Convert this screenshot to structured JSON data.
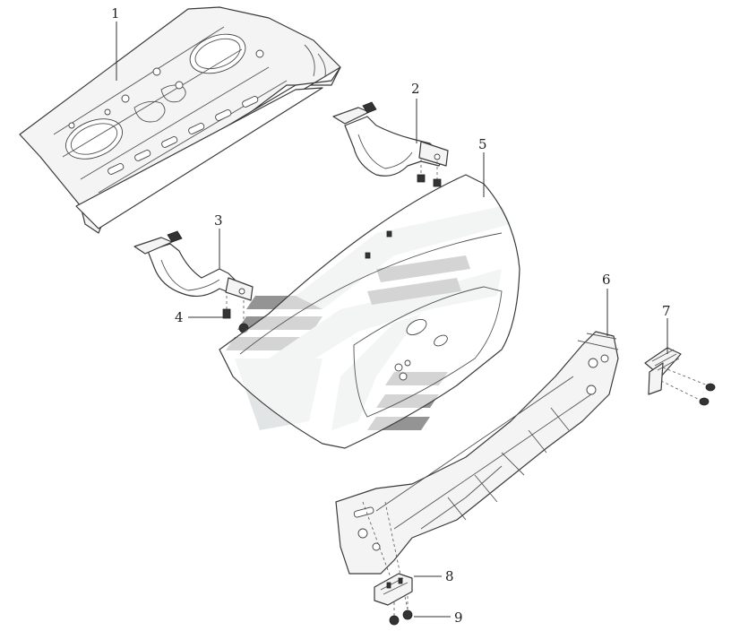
{
  "callouts": [
    {
      "id": "1",
      "label": "1"
    },
    {
      "id": "2",
      "label": "2"
    },
    {
      "id": "3",
      "label": "3"
    },
    {
      "id": "4",
      "label": "4"
    },
    {
      "id": "5",
      "label": "5"
    },
    {
      "id": "6",
      "label": "6"
    },
    {
      "id": "7",
      "label": "7"
    },
    {
      "id": "8",
      "label": "8"
    },
    {
      "id": "9",
      "label": "9"
    }
  ],
  "colors": {
    "line": "#3a3a3a",
    "watermark_dark": "#3d3d3d",
    "watermark_light": "#c9d1d1"
  }
}
